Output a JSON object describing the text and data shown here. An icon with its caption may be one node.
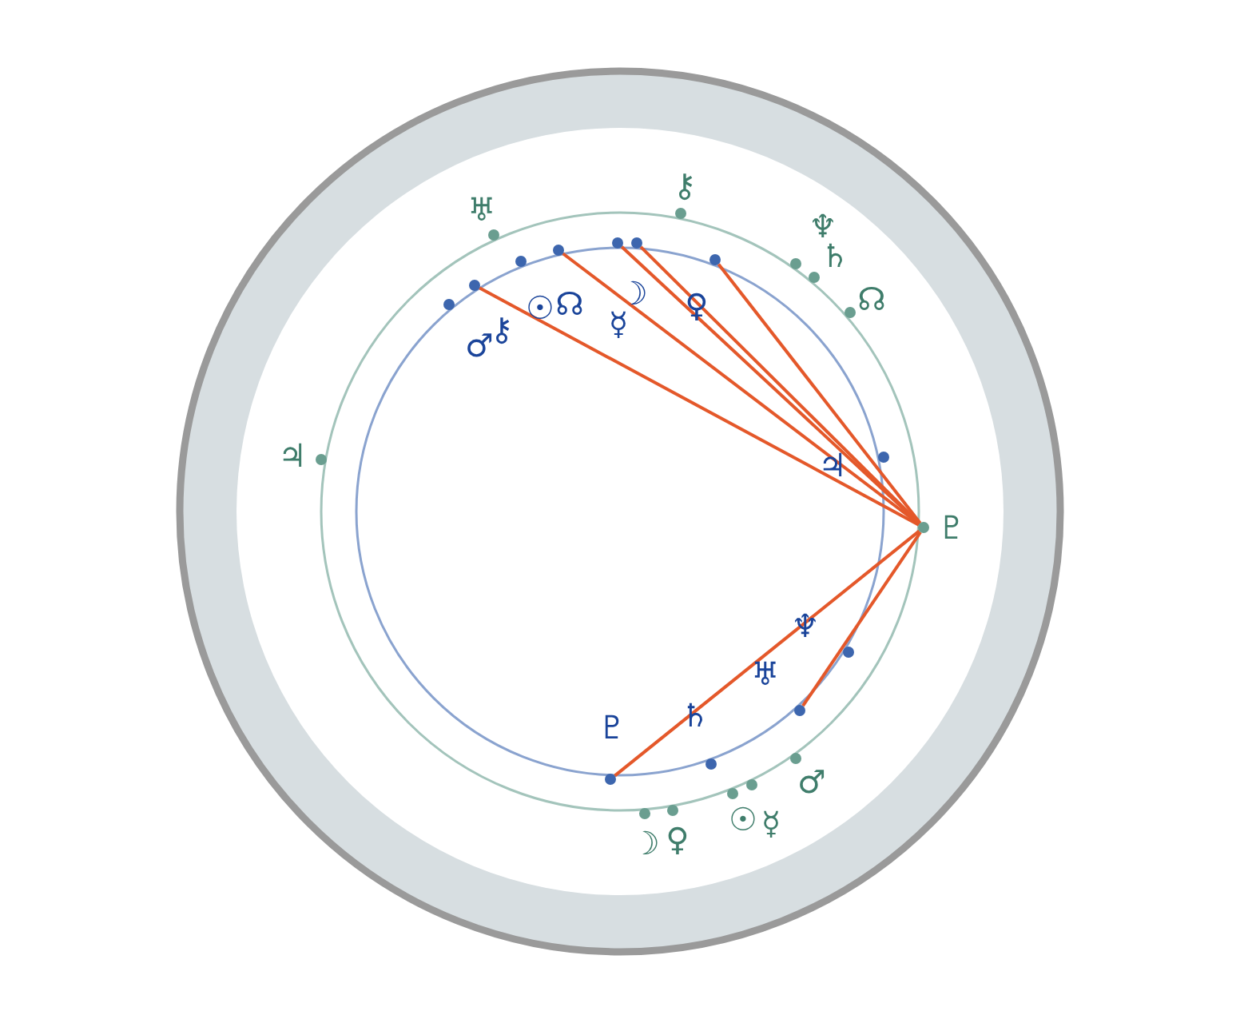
{
  "diagram": {
    "nodes": [
      {
        "text": [],
        "shape": "circle",
        "beside": [
          "♅"
        ]
      },
      {
        "text": [],
        "shape": "circle",
        "beside": [
          "⚷"
        ]
      },
      {
        "text": [],
        "shape": "circle",
        "beside": [
          "♆"
        ]
      },
      {
        "text": [],
        "shape": "circle",
        "beside": [
          "♄"
        ]
      },
      {
        "text": [],
        "shape": "circle",
        "beside": [
          "☊"
        ]
      },
      {
        "text": [],
        "shape": "circle",
        "beside": [
          "♃"
        ]
      },
      {
        "text": [],
        "shape": "circle",
        "beside": [
          "♇"
        ]
      },
      {
        "text": [],
        "shape": "circle",
        "beside": [
          "♂"
        ]
      },
      {
        "text": [],
        "shape": "circle",
        "beside": [
          "☿"
        ]
      },
      {
        "text": [],
        "shape": "circle",
        "beside": [
          "☉"
        ]
      },
      {
        "text": [],
        "shape": "circle",
        "beside": [
          "♀"
        ]
      },
      {
        "text": [],
        "shape": "circle",
        "beside": [
          "☽"
        ]
      },
      {
        "text": [],
        "shape": "circle",
        "beside": [
          "♂"
        ]
      },
      {
        "text": [],
        "shape": "circle",
        "beside": [
          "⚷"
        ]
      },
      {
        "text": [],
        "shape": "circle",
        "beside": [
          "☉"
        ]
      },
      {
        "text": [],
        "shape": "circle",
        "beside": [
          "☊"
        ]
      },
      {
        "text": [],
        "shape": "circle",
        "beside": [
          "☿"
        ]
      },
      {
        "text": [],
        "shape": "circle",
        "beside": [
          "☽"
        ]
      },
      {
        "text": [],
        "shape": "circle",
        "beside": [
          "♀"
        ]
      },
      {
        "text": [],
        "shape": "circle",
        "beside": [
          "♃"
        ]
      },
      {
        "text": [],
        "shape": "circle",
        "beside": [
          "♆"
        ]
      },
      {
        "text": [],
        "shape": "circle",
        "beside": [
          "♅"
        ]
      },
      {
        "text": [],
        "shape": "circle",
        "beside": [
          "♄"
        ]
      },
      {
        "text": [],
        "shape": "circle",
        "beside": [
          "♇"
        ]
      }
    ],
    "edges": [
      {
        "from": 6,
        "to": 13,
        "arrow": "none"
      },
      {
        "from": 6,
        "to": 15,
        "arrow": "none"
      },
      {
        "from": 6,
        "to": 16,
        "arrow": "none"
      },
      {
        "from": 6,
        "to": 17,
        "arrow": "none"
      },
      {
        "from": 6,
        "to": 18,
        "arrow": "none"
      },
      {
        "from": 6,
        "to": 21,
        "arrow": "none"
      },
      {
        "from": 6,
        "to": 23,
        "arrow": "none"
      }
    ]
  }
}
